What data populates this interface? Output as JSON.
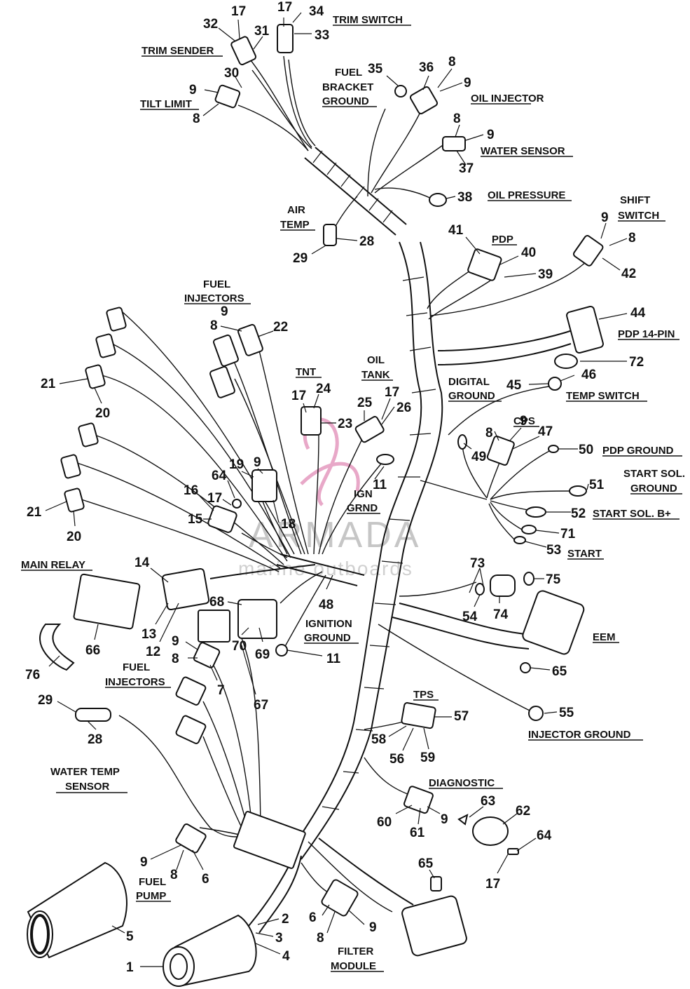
{
  "labels": {
    "trim_sender": "TRIM SENDER",
    "trim_switch": "TRIM SWITCH",
    "tilt_limit": "TILT LIMIT",
    "fuel_bracket_ground_1": "FUEL",
    "fuel_bracket_ground_2": "BRACKET",
    "fuel_bracket_ground_3": "GROUND",
    "oil_injector": "OIL INJECTOR",
    "water_sensor": "WATER SENSOR",
    "oil_pressure": "OIL PRESSURE",
    "air_temp_1": "AIR",
    "air_temp_2": "TEMP",
    "shift_switch_1": "SHIFT",
    "shift_switch_2": "SWITCH",
    "pdp": "PDP",
    "pdp_14pin": "PDP 14-PIN",
    "fuel_injectors_top_1": "FUEL",
    "fuel_injectors_top_2": "INJECTORS",
    "tnt": "TNT",
    "oil_tank_1": "OIL",
    "oil_tank_2": "TANK",
    "digital_ground_1": "DIGITAL",
    "digital_ground_2": "GROUND",
    "temp_switch": "TEMP SWITCH",
    "cps": "CPS",
    "pdp_ground": "PDP GROUND",
    "start_sol_ground_1": "START SOL.",
    "start_sol_ground_2": "GROUND",
    "start_sol_b": "START SOL. B+",
    "start": "START",
    "ign_grnd_1": "IGN",
    "ign_grnd_2": "GRND",
    "main_relay": "MAIN RELAY",
    "ignition_ground_1": "IGNITION",
    "ignition_ground_2": "GROUND",
    "eem": "EEM",
    "fuel_injectors_low_1": "FUEL",
    "fuel_injectors_low_2": "INJECTORS",
    "tps": "TPS",
    "injector_ground": "INJECTOR GROUND",
    "water_temp_sensor_1": "WATER TEMP",
    "water_temp_sensor_2": "SENSOR",
    "diagnostic": "DIAGNOSTIC",
    "fuel_pump_1": "FUEL",
    "fuel_pump_2": "PUMP",
    "filter_module_1": "FILTER",
    "filter_module_2": "MODULE"
  },
  "callouts": {
    "c17a": "17",
    "c32": "32",
    "c31": "31",
    "c17b": "17",
    "c34": "34",
    "c33": "33",
    "c30": "30",
    "c9a": "9",
    "c8a": "8",
    "c35": "35",
    "c36": "36",
    "c8b": "8",
    "c9b": "9",
    "c8c": "8",
    "c9c": "9",
    "c37": "37",
    "c38": "38",
    "c28a": "28",
    "c29a": "29",
    "c9d": "9",
    "c8d": "8",
    "c42": "42",
    "c41": "41",
    "c40": "40",
    "c39": "39",
    "c44": "44",
    "c72": "72",
    "c46": "46",
    "c45": "45",
    "c9e": "9",
    "c8e": "8",
    "c22": "22",
    "c24": "24",
    "c17c": "17",
    "c23": "23",
    "c17d": "17",
    "c25": "25",
    "c26": "26",
    "c11a": "11",
    "c21a": "21",
    "c20a": "20",
    "c21b": "21",
    "c20b": "20",
    "c64a": "64",
    "c19": "19",
    "c9f": "9",
    "c16": "16",
    "c17e": "17",
    "c15": "15",
    "c18": "18",
    "c8f": "8",
    "c9g": "9",
    "c47": "47",
    "c49": "49",
    "c50": "50",
    "c51": "51",
    "c52": "52",
    "c71": "71",
    "c53": "53",
    "c14": "14",
    "c13": "13",
    "c12": "12",
    "c66": "66",
    "c76": "76",
    "c68": "68",
    "c48": "48",
    "c70": "70",
    "c69": "69",
    "c11b": "11",
    "c73": "73",
    "c75": "75",
    "c54": "54",
    "c74": "74",
    "c65a": "65",
    "c9h": "9",
    "c8g": "8",
    "c7": "7",
    "c67": "67",
    "c29b": "29",
    "c28b": "28",
    "c57": "57",
    "c58": "58",
    "c56": "56",
    "c59": "59",
    "c55": "55",
    "c63": "63",
    "c62": "62",
    "c60": "60",
    "c61": "61",
    "c9i": "9",
    "c64b": "64",
    "c17f": "17",
    "c9j": "9",
    "c8h": "8",
    "c6a": "6",
    "c65b": "65",
    "c6b": "6",
    "c8i": "8",
    "c9k": "9",
    "c5": "5",
    "c2": "2",
    "c3": "3",
    "c4": "4",
    "c1": "1"
  },
  "watermark": {
    "title": "ARMADA",
    "subtitle": "marine outboards"
  }
}
